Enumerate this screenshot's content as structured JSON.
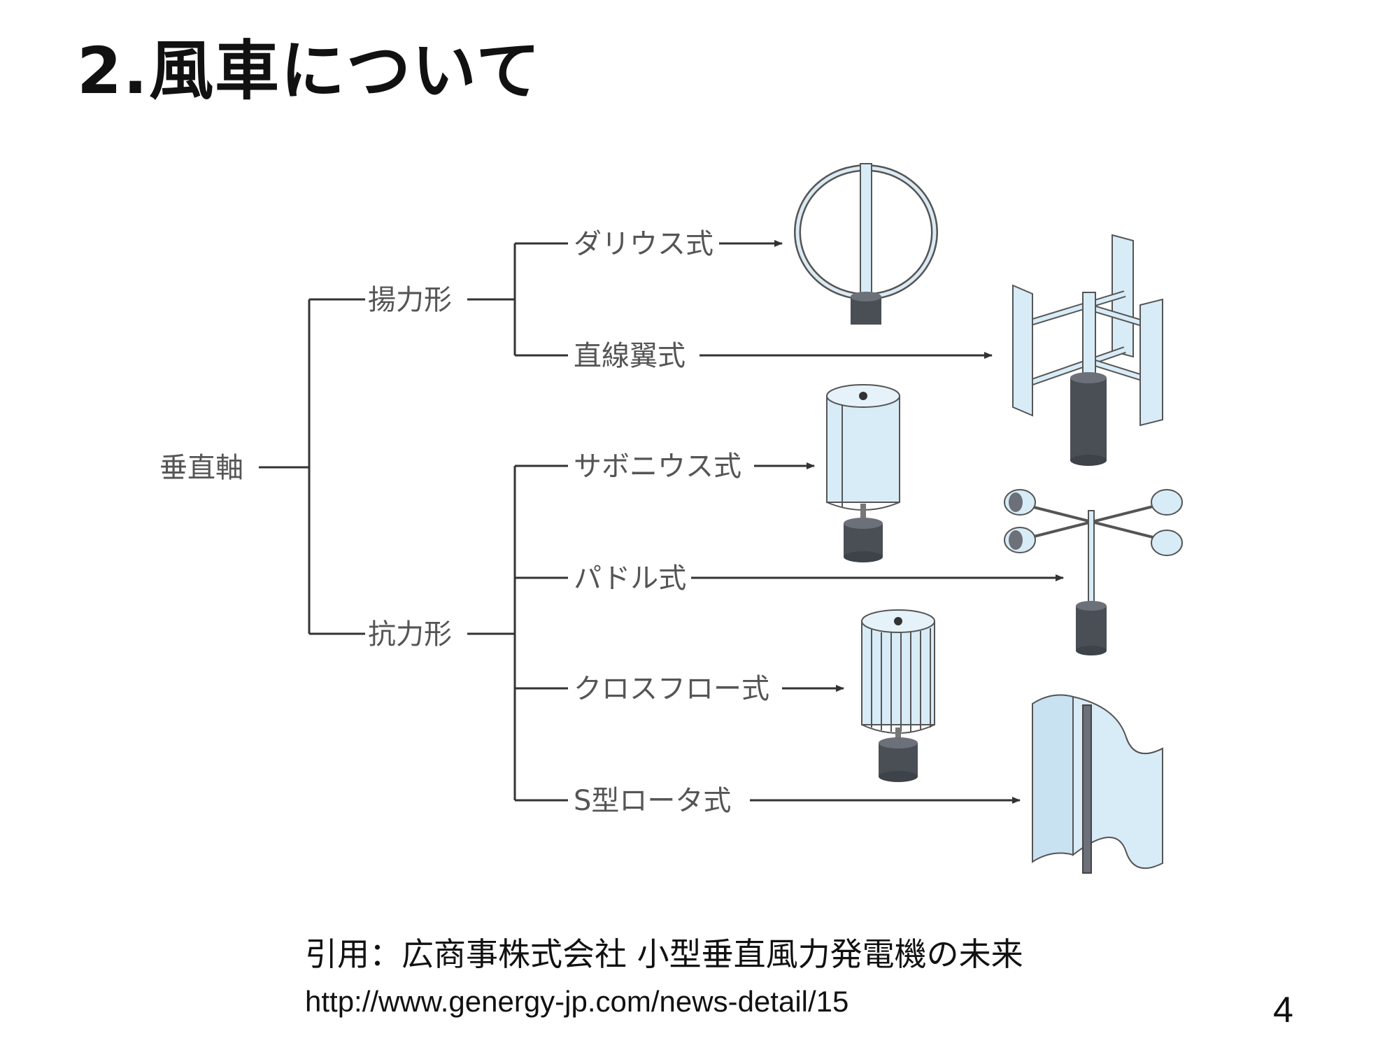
{
  "slide": {
    "title": "2.風車について",
    "citation_line": "引用：広商事株式会社 小型垂直風力発電機の未来",
    "citation_url": "http://www.genergy-jp.com/news-detail/15",
    "page_number": "4"
  },
  "tree": {
    "root": "垂直軸",
    "lift": {
      "label": "揚力形",
      "children": [
        "ダリウス式",
        "直線翼式"
      ]
    },
    "drag": {
      "label": "抗力形",
      "children": [
        "サボニウス式",
        "パドル式",
        "クロスフロー式",
        "S型ロータ式"
      ]
    }
  },
  "colors": {
    "line": "#333333",
    "label": "#555555",
    "blade_fill": "#d8ecf7",
    "blade_stroke": "#555555",
    "base": "#4a4f56"
  },
  "icons": [
    "darrieus-turbine-icon",
    "straight-blade-turbine-icon",
    "savonius-turbine-icon",
    "paddle-anemometer-icon",
    "cross-flow-turbine-icon",
    "s-rotor-turbine-icon"
  ]
}
